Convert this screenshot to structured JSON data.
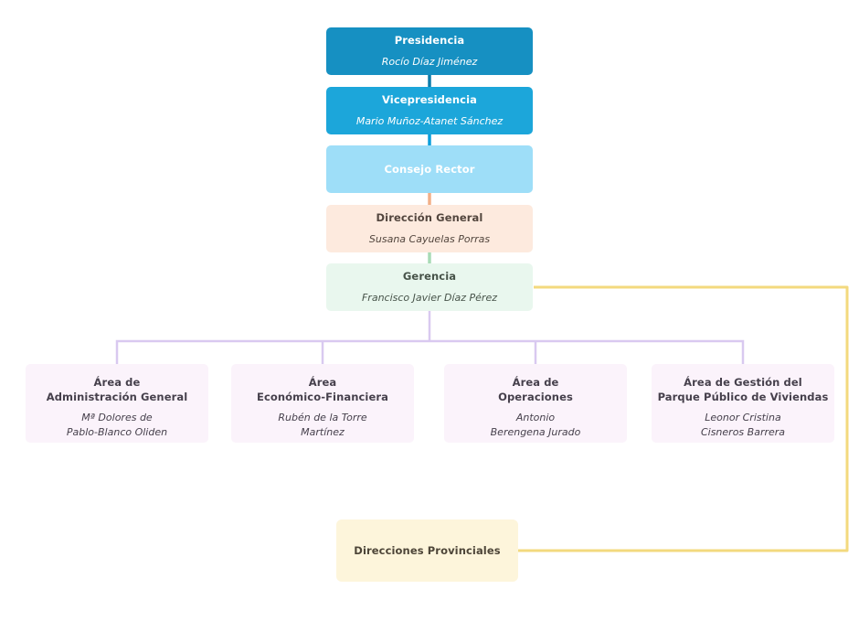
{
  "org_chart": {
    "nodes": {
      "presidencia": {
        "title": "Presidencia",
        "person": "Rocío Díaz Jiménez"
      },
      "vicepresidencia": {
        "title": "Vicepresidencia",
        "person": "Mario Muñoz-Atanet Sánchez"
      },
      "consejo_rector": {
        "title": "Consejo Rector"
      },
      "direccion_general": {
        "title": "Dirección General",
        "person": "Susana Cayuelas Porras"
      },
      "gerencia": {
        "title": "Gerencia",
        "person": "Francisco Javier Díaz Pérez"
      },
      "areas": [
        {
          "title": "Área de\nAdministración General",
          "person": "Mª Dolores de\nPablo-Blanco Oliden"
        },
        {
          "title": "Área\nEconómico-Financiera",
          "person": "Rubén de la Torre\nMartínez"
        },
        {
          "title": "Área de\nOperaciones",
          "person": "Antonio\nBerengena Jurado"
        },
        {
          "title": "Área de Gestión del\nParque Público de Viviendas",
          "person": "Leonor Cristina\nCisneros Barrera"
        }
      ],
      "direcciones_provinciales": {
        "title": "Direcciones Provinciales"
      }
    },
    "colors": {
      "presidencia_bg": "#1690c2",
      "vicepresidencia_bg": "#1ca6da",
      "consejo_bg": "#9edef8",
      "direccion_bg": "#fdeade",
      "gerencia_bg": "#e9f7ee",
      "area_bg": "#fbf3fb",
      "provinciales_bg": "#fdf5db",
      "white_text": "#ffffff",
      "direccion_text": "#53463e",
      "gerencia_text": "#475349",
      "area_text": "#46404c",
      "provinciales_text": "#4d4538",
      "conn_dark_blue": "#0d7cab",
      "conn_blue": "#0a9edb",
      "conn_orange": "#f2b088",
      "conn_green": "#a8dbb6",
      "conn_purple": "#d9c9f0",
      "conn_yellow": "#f3d97e"
    }
  }
}
